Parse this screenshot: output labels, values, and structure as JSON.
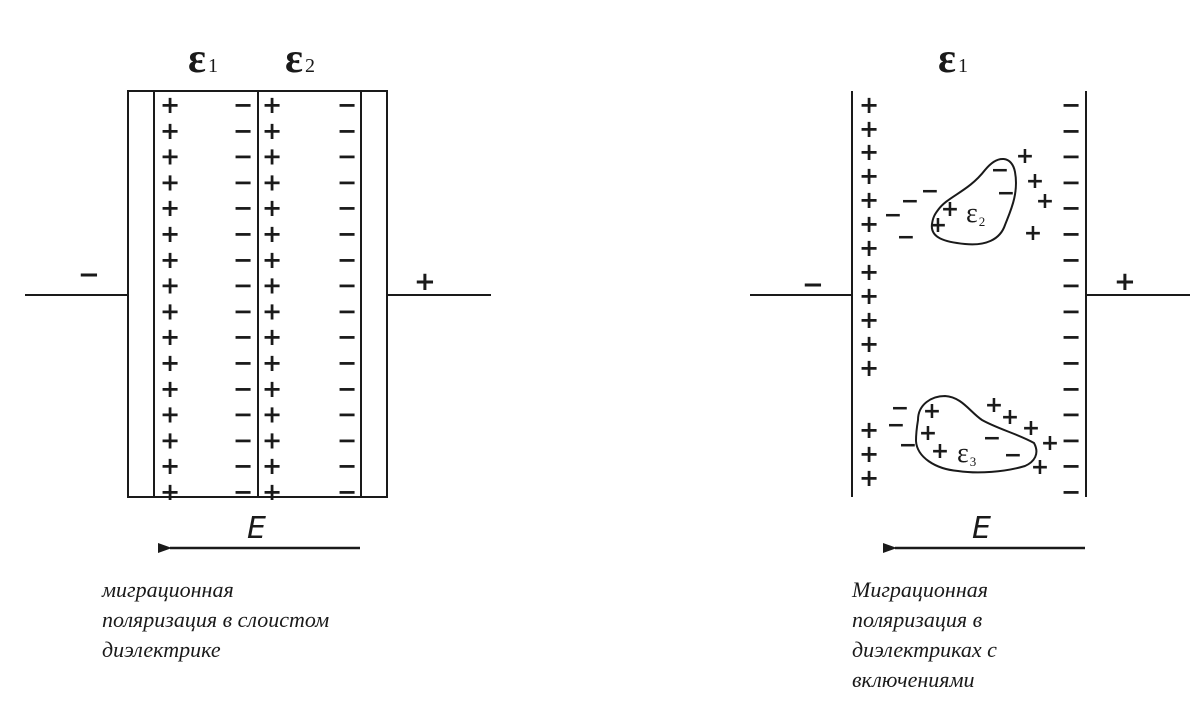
{
  "left_figure": {
    "layer1_symbol": "ε",
    "layer1_index": "1",
    "layer2_symbol": "ε",
    "layer2_index": "2",
    "left_terminal_sign": "−",
    "right_terminal_sign": "+",
    "field_label": "E",
    "caption_lines": [
      "миграционная",
      "поляризация в слоистом",
      "диэлектрике"
    ]
  },
  "right_figure": {
    "medium_symbol": "ε",
    "medium_index": "1",
    "inclusion1_symbol": "ε",
    "inclusion1_index": "2",
    "inclusion2_symbol": "ε",
    "inclusion2_index": "3",
    "left_terminal_sign": "−",
    "right_terminal_sign": "+",
    "field_label": "E",
    "caption_lines": [
      "Миграционная",
      "поляризация в",
      "диэлектриках с",
      "включениями"
    ]
  },
  "charges": {
    "plus": "+",
    "minus": "−"
  }
}
